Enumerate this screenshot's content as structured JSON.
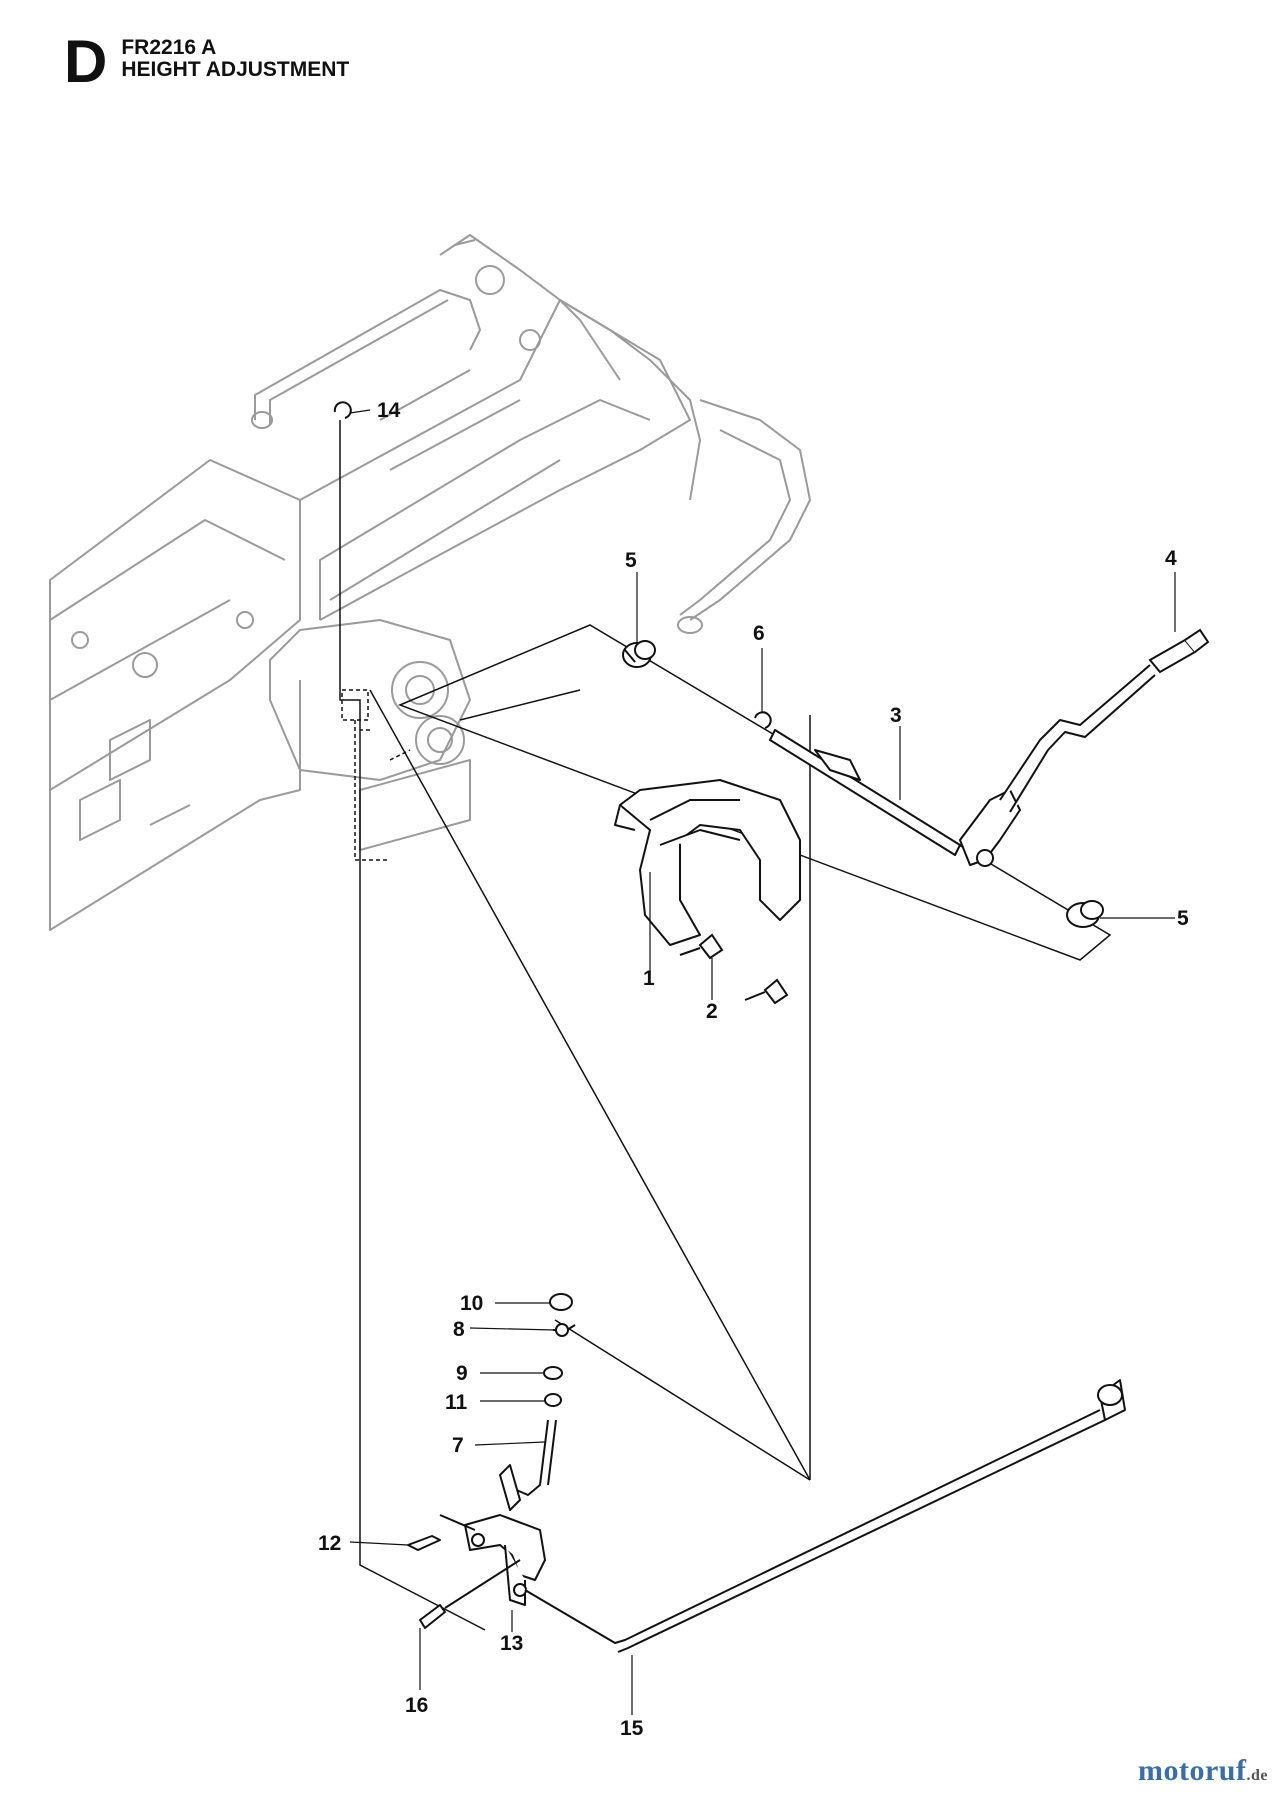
{
  "header": {
    "section_letter": "D",
    "model": "FR2216 A",
    "name": "HEIGHT ADJUSTMENT"
  },
  "callouts": [
    {
      "id": "c14",
      "label": "14"
    },
    {
      "id": "c5a",
      "label": "5"
    },
    {
      "id": "c6",
      "label": "6"
    },
    {
      "id": "c4",
      "label": "4"
    },
    {
      "id": "c3",
      "label": "3"
    },
    {
      "id": "c5b",
      "label": "5"
    },
    {
      "id": "c1",
      "label": "1"
    },
    {
      "id": "c2",
      "label": "2"
    },
    {
      "id": "c10",
      "label": "10"
    },
    {
      "id": "c8",
      "label": "8"
    },
    {
      "id": "c9",
      "label": "9"
    },
    {
      "id": "c11",
      "label": "11"
    },
    {
      "id": "c7",
      "label": "7"
    },
    {
      "id": "c12",
      "label": "12"
    },
    {
      "id": "c13",
      "label": "13"
    },
    {
      "id": "c16",
      "label": "16"
    },
    {
      "id": "c15",
      "label": "15"
    }
  ],
  "watermark": {
    "text": "motoruf",
    "suffix": ".de"
  },
  "colors": {
    "line": "#111111",
    "faded": "#9a9a9a",
    "part_fill": "#ffffff"
  }
}
